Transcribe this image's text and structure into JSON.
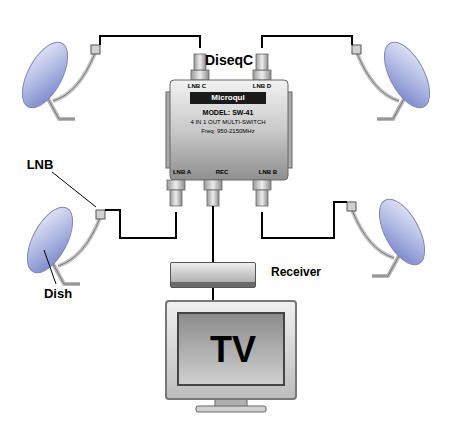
{
  "diagram": {
    "nodes": [
      {
        "text": [
          "DiseqC"
        ]
      },
      {
        "text": [
          "Receiver"
        ]
      },
      {
        "text": [
          "TV"
        ]
      }
    ],
    "edges": [
      {
        "from": 0,
        "to": 1,
        "arrow": "none"
      },
      {
        "from": 1,
        "to": 2,
        "arrow": "none"
      }
    ],
    "labels": [
      "LNB",
      "Dish",
      "Microqul",
      "MODEL: SW-41",
      "4 IN 1 OUT MULTI-SWITCH",
      "Freq: 950-2150MHz",
      "LNB C",
      "LNB D",
      "LNB A",
      "REC",
      "LNB B"
    ]
  }
}
